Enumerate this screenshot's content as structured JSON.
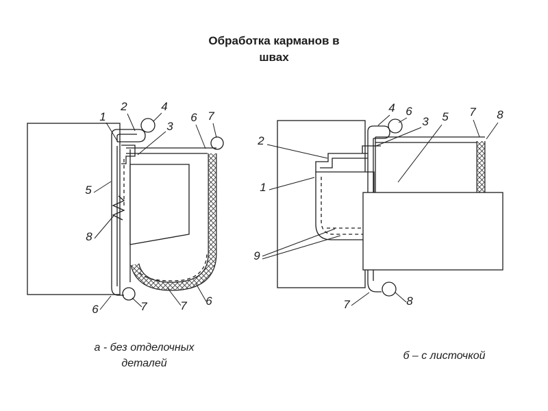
{
  "ink": "#1c1c1c",
  "title": "Обработка карманов в швах",
  "figures": {
    "a": {
      "caption": "а - без отделочных деталей",
      "labels": [
        "1",
        "2",
        "4",
        "3",
        "6",
        "7",
        "5",
        "8",
        "6",
        "7",
        "7",
        "6"
      ]
    },
    "b": {
      "caption": "б – с листочкой",
      "labels": [
        "4",
        "6",
        "3",
        "5",
        "7",
        "8",
        "2",
        "1",
        "9",
        "7",
        "8"
      ]
    }
  }
}
